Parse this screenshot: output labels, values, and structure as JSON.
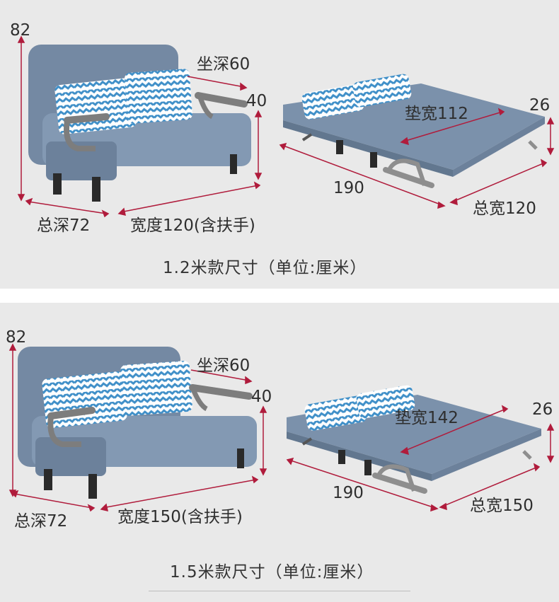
{
  "colors": {
    "background": "#e9e9e9",
    "dimension_line": "#b01c3c",
    "fabric": "#7d93ad",
    "frame_metal": "#8e8e8e",
    "legs": "#2a2a2a",
    "pillow_pattern": "#3f8fc8"
  },
  "panels": [
    {
      "sofa_height": "82",
      "seat_depth": "坐深60",
      "seat_height": "40",
      "total_depth": "总深72",
      "width_with_arms": "宽度120(含扶手)",
      "mattress_width": "垫宽112",
      "bed_height": "26",
      "bed_length": "190",
      "bed_total_width": "总宽120",
      "caption": "1.2米款尺寸（单位:厘米）"
    },
    {
      "sofa_height": "82",
      "seat_depth": "坐深60",
      "seat_height": "40",
      "total_depth": "总深72",
      "width_with_arms": "宽度150(含扶手)",
      "mattress_width": "垫宽142",
      "bed_height": "26",
      "bed_length": "190",
      "bed_total_width": "总宽150",
      "caption": "1.5米款尺寸（单位:厘米）"
    }
  ]
}
